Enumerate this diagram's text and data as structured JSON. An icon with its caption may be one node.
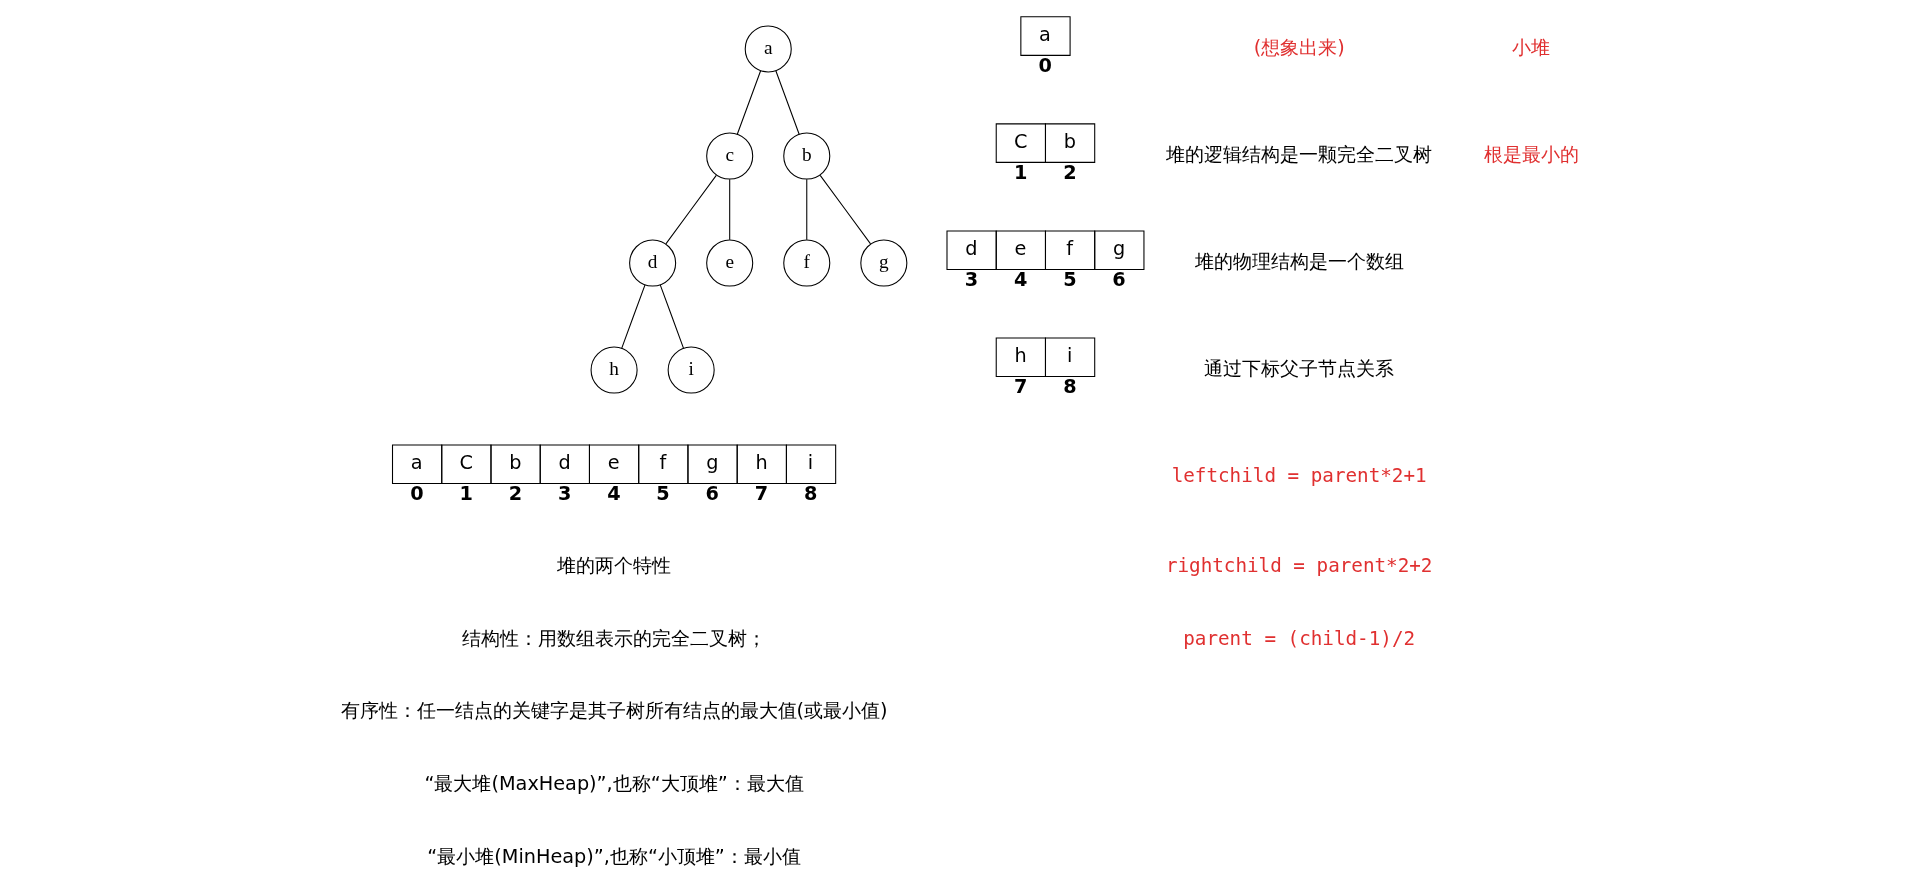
{
  "diagram": {
    "nodes": [
      {
        "text": [
          "a"
        ]
      },
      {
        "text": [
          "c"
        ]
      },
      {
        "text": [
          "b"
        ]
      },
      {
        "text": [
          "d"
        ]
      },
      {
        "text": [
          "e"
        ]
      },
      {
        "text": [
          "f"
        ]
      },
      {
        "text": [
          "g"
        ]
      },
      {
        "text": [
          "h"
        ]
      },
      {
        "text": [
          "i"
        ]
      }
    ],
    "edges": [
      {
        "from": 0,
        "to": 1,
        "arrow": "none"
      },
      {
        "from": 0,
        "to": 2,
        "arrow": "none"
      },
      {
        "from": 1,
        "to": 3,
        "arrow": "none"
      },
      {
        "from": 1,
        "to": 4,
        "arrow": "none"
      },
      {
        "from": 2,
        "to": 5,
        "arrow": "none"
      },
      {
        "from": 2,
        "to": 6,
        "arrow": "none"
      },
      {
        "from": 3,
        "to": 7,
        "arrow": "none"
      },
      {
        "from": 3,
        "to": 8,
        "arrow": "none"
      }
    ],
    "labels": [
      "(想象出来)",
      "堆的逻辑结构是一颗完全二叉树",
      "堆的物理结构是一个数组",
      "通过下标父子节点关系",
      "a",
      "0",
      "小堆",
      "根是最小的",
      "leftchild = parent*2+1",
      "rightchild = parent*2+2",
      "a",
      "C",
      "b",
      "d",
      "e",
      "f",
      "g",
      "h",
      "i",
      "0",
      "1",
      "2",
      "3",
      "4",
      "5",
      "6",
      "7",
      "8",
      "C",
      "b",
      "1",
      "2",
      "parent = (child-1)/2",
      "d",
      "e",
      "f",
      "g",
      "3",
      "4",
      "5",
      "6",
      "堆的两个特性",
      "结构性：用数组表示的完全二叉树；",
      "有序性：任一结点的关键字是其子树所有结点的最大值(或最小值)",
      "h",
      "i",
      "“最大堆(MaxHeap)”,也称“大顶堆”：最大值",
      "7",
      "8",
      "“最小堆(MinHeap)”,也称“小顶堆”：最小值"
    ]
  }
}
